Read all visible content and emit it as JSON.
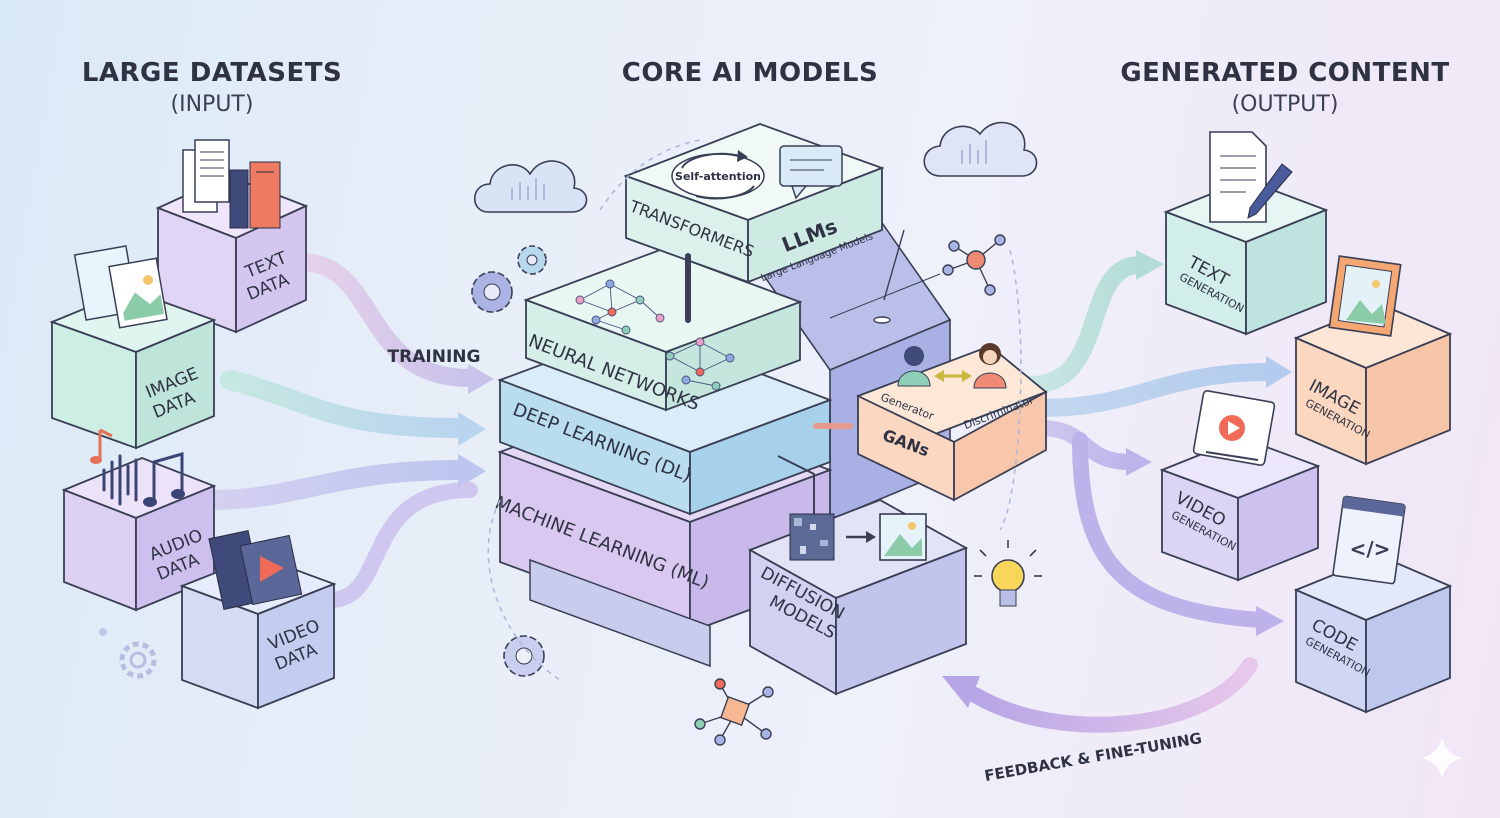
{
  "headings": {
    "input": {
      "title": "LARGE DATASETS",
      "subtitle": "(INPUT)"
    },
    "core": {
      "title": "CORE AI MODELS"
    },
    "output": {
      "title": "GENERATED CONTENT",
      "subtitle": "(OUTPUT)"
    }
  },
  "inputs": {
    "text": [
      "TEXT",
      "DATA"
    ],
    "image": [
      "IMAGE",
      "DATA"
    ],
    "audio": [
      "AUDIO",
      "DATA"
    ],
    "video": [
      "VIDEO",
      "DATA"
    ]
  },
  "flow": {
    "training": "TRAINING",
    "feedback": "FEEDBACK & FINE-TUNING"
  },
  "core": {
    "transformers": "TRANSFORMERS",
    "self_attention": "Self-attention",
    "llms": "LLMs",
    "llms_sub": "Large Language Models",
    "neural_networks": "NEURAL NETWORKS",
    "deep_learning": "DEEP LEARNING (DL)",
    "machine_learning": "MACHINE LEARNING (ML)",
    "gans": "GANs",
    "generator": "Generator",
    "discriminator": "Discriminator",
    "diffusion": [
      "DIFFUSION",
      "MODELS"
    ]
  },
  "outputs": {
    "text": [
      "TEXT",
      "GENERATION"
    ],
    "image": [
      "IMAGE",
      "GENERATION"
    ],
    "video": [
      "VIDEO",
      "GENERATION"
    ],
    "code": [
      "CODE",
      "GENERATION"
    ]
  },
  "colors": {
    "teal": "#cfeee6",
    "blue": "#c8e0f2",
    "purple": "#dcd3f2",
    "peach": "#fbdcc6",
    "lavender": "#d6d6f3",
    "ink": "#2e3242",
    "accent_red": "#ef6b58"
  }
}
